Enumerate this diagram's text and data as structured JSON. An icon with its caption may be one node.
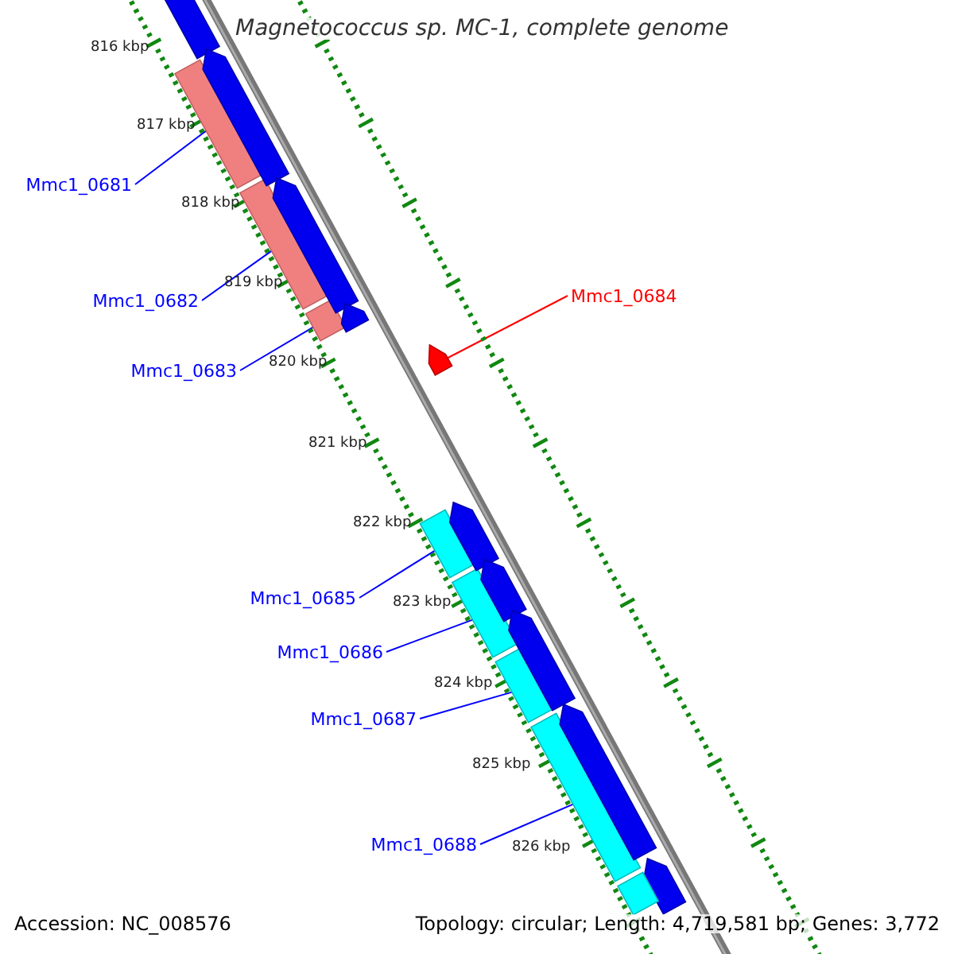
{
  "diagram": {
    "title": "Magnetococcus sp. MC-1, complete genome",
    "nodes": [
      {
        "text": [
          "Mmc1_0681"
        ]
      },
      {
        "text": [],
        "shape": "bar"
      },
      {
        "text": [
          "Mmc1_0682"
        ]
      },
      {
        "text": [],
        "shape": "bar"
      },
      {
        "text": [
          "Mmc1_0683"
        ]
      },
      {
        "text": [],
        "shape": "bar"
      },
      {
        "text": [
          "Mmc1_0684"
        ]
      },
      {
        "text": [],
        "shape": "bar"
      },
      {
        "text": [
          "Mmc1_0685"
        ]
      },
      {
        "text": [],
        "shape": "bar"
      },
      {
        "text": [
          "Mmc1_0686"
        ]
      },
      {
        "text": [],
        "shape": "bar"
      },
      {
        "text": [
          "Mmc1_0687"
        ]
      },
      {
        "text": [],
        "shape": "bar"
      },
      {
        "text": [
          "Mmc1_0688"
        ]
      },
      {
        "text": [],
        "shape": "bar"
      },
      {
        "text": [],
        "shape": "bar"
      },
      {
        "text": [],
        "shape": "bar"
      },
      {
        "text": [],
        "shape": "bar"
      },
      {
        "text": [],
        "shape": "bar"
      },
      {
        "text": [],
        "shape": "bar"
      },
      {
        "text": [],
        "shape": "bar"
      },
      {
        "text": [],
        "shape": "bar"
      },
      {
        "text": [],
        "shape": "bar"
      },
      {
        "text": [],
        "shape": "bar"
      },
      {
        "text": [],
        "shape": "bar"
      }
    ],
    "edges": [
      {
        "from": 0,
        "to": 1,
        "arrow": "none"
      },
      {
        "from": 2,
        "to": 3,
        "arrow": "none"
      },
      {
        "from": 4,
        "to": 5,
        "arrow": "none"
      },
      {
        "from": 6,
        "to": 7,
        "arrow": "none",
        "color": "#ff0000"
      },
      {
        "from": 8,
        "to": 9,
        "arrow": "none"
      },
      {
        "from": 10,
        "to": 11,
        "arrow": "none"
      },
      {
        "from": 12,
        "to": 13,
        "arrow": "none"
      },
      {
        "from": 14,
        "to": 15,
        "arrow": "none"
      }
    ],
    "labels": [
      "816 kbp",
      "817 kbp",
      "818 kbp",
      "819 kbp",
      "820 kbp",
      "821 kbp",
      "822 kbp",
      "823 kbp",
      "824 kbp",
      "825 kbp",
      "826 kbp",
      "Accession: NC_008576",
      "Topology: circular; Length: 4,719,581 bp; Genes: 3,772"
    ]
  }
}
